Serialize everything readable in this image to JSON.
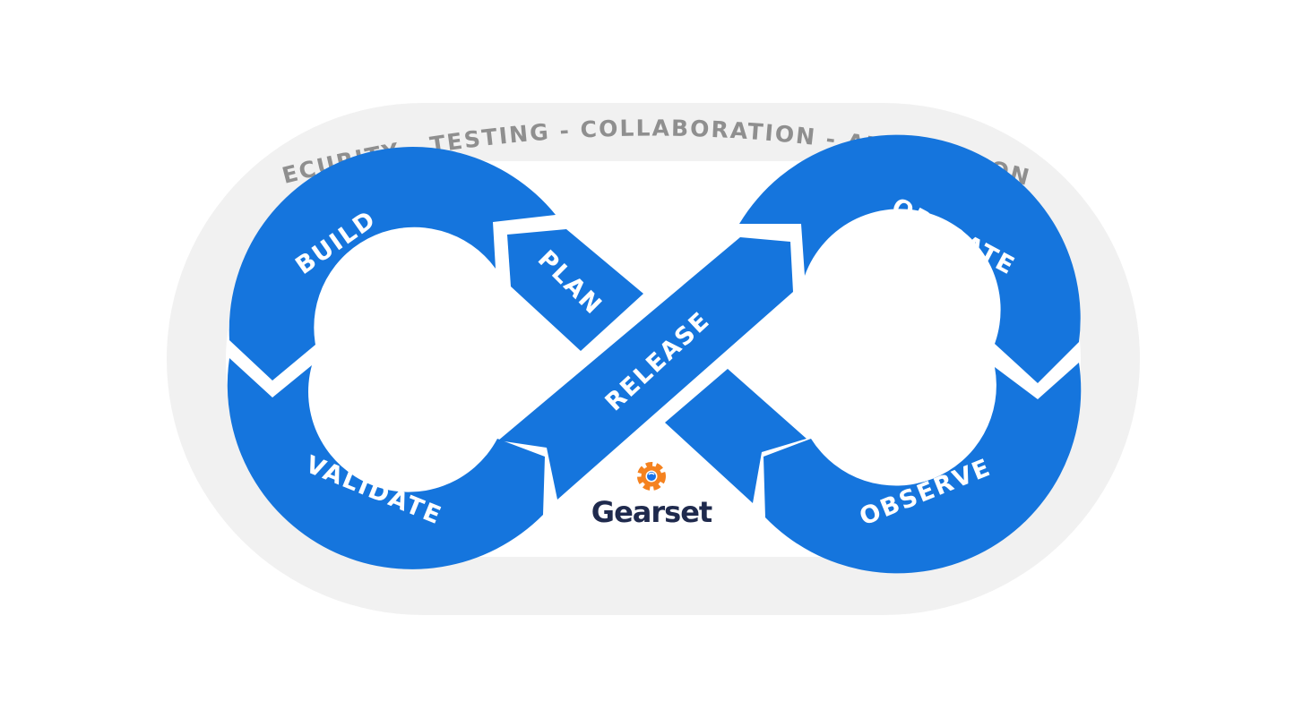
{
  "ring": {
    "tagline": "←SECURITY - TESTING - COLLABORATION - AUTOMATION →"
  },
  "stages": {
    "plan": "PLAN",
    "build": "BUILD",
    "validate": "VALIDATE",
    "release": "RELEASE",
    "operate": "OPERATE",
    "observe": "OBSERVE"
  },
  "brand": {
    "name": "Gearset",
    "logo_icon": "gear-icon",
    "logo_colors": [
      "#f5821f",
      "#1a73e8"
    ],
    "text_color": "#1f2a4d"
  },
  "colors": {
    "segment_blue": "#1575dd",
    "ring_gray": "#f1f1f1",
    "ring_text_gray": "#8f8f8f"
  }
}
